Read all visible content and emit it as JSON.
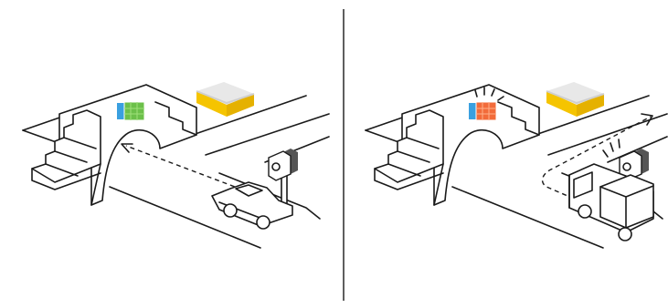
{
  "figure": {
    "panels": [
      {
        "id": "left",
        "state": "car-passing",
        "signal_light": "green"
      },
      {
        "id": "right",
        "state": "truck-turning",
        "signal_light": "red"
      }
    ],
    "colors": {
      "line": "#1a1a1a",
      "signal_green": "#6cc04a",
      "signal_red": "#f26b3a",
      "signal_blue": "#3aa0e0",
      "block_yellow": "#f5c400",
      "block_top": "#e8e8e8",
      "camera_body": "#555555"
    },
    "icons": [
      "staircase-bridge",
      "traffic-signal",
      "yellow-block",
      "camera",
      "car",
      "truck",
      "dashed-arrow"
    ]
  }
}
